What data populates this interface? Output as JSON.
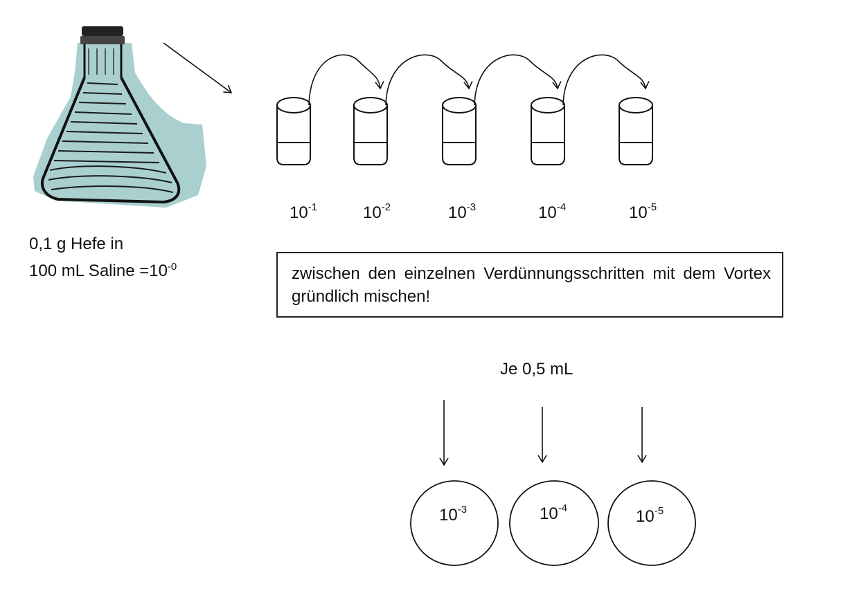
{
  "flask": {
    "caption_line1": "0,1 g Hefe in",
    "caption_line2_text": "100 mL Saline =10",
    "caption_line2_exp": "-0"
  },
  "tubes": [
    {
      "base": "10",
      "exp": "-1"
    },
    {
      "base": "10",
      "exp": "-2"
    },
    {
      "base": "10",
      "exp": "-3"
    },
    {
      "base": "10",
      "exp": "-4"
    },
    {
      "base": "10",
      "exp": "-5"
    }
  ],
  "note": {
    "text": "zwischen den einzelnen Verdünnungsschritten mit dem Vortex gründlich mischen!"
  },
  "transfer": {
    "label": "Je 0,5 mL"
  },
  "plates": [
    {
      "base": "10",
      "exp": "-3"
    },
    {
      "base": "10",
      "exp": "-4"
    },
    {
      "base": "10",
      "exp": "-5"
    }
  ],
  "colors": {
    "flask_fill": "#a9cfcf",
    "line": "#111111"
  }
}
